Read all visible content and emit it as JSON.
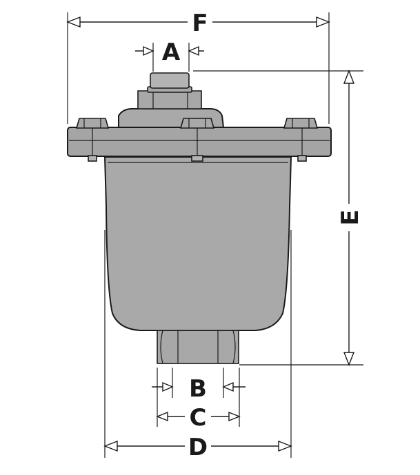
{
  "dimensions": {
    "a": "A",
    "b": "B",
    "c": "C",
    "d": "D",
    "e": "E",
    "f": "F"
  },
  "colors": {
    "body": "#a9a9a9",
    "outline": "#1a1a1a",
    "background": "#ffffff"
  }
}
